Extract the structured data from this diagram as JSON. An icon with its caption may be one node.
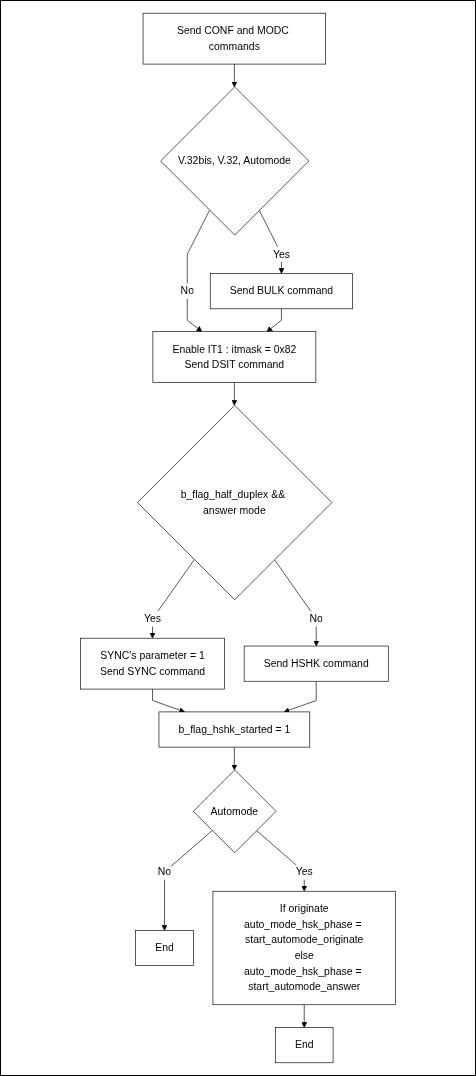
{
  "diagram": {
    "nodes": [
      {
        "text": [
          "Send CONF and MODC commands"
        ]
      },
      {
        "text": [
          "V.32bis, V.32, Automode"
        ]
      },
      {
        "text": [
          "Send BULK command"
        ]
      },
      {
        "text": [
          "Enable IT1 : itmask = 0x82",
          "Send DSIT command"
        ]
      },
      {
        "text": [
          "b_flag_half_duplex && answer mode"
        ]
      },
      {
        "text": [
          "SYNC's parameter = 1",
          "Send SYNC command"
        ]
      },
      {
        "text": [
          "Send HSHK command"
        ]
      },
      {
        "text": [
          "b_flag_hshk_started = 1"
        ]
      },
      {
        "text": [
          "Automode"
        ]
      },
      {
        "text": [
          "End"
        ]
      },
      {
        "text": [
          "If originate",
          "auto_mode_hsk_phase = start_automode_originate",
          "else",
          "auto_mode_hsk_phase = start_automode_answer"
        ]
      },
      {
        "text": [
          "End"
        ]
      }
    ],
    "edges": [
      {
        "from": 0,
        "to": 1,
        "arrow": "to"
      },
      {
        "from": 1,
        "to": 2,
        "arrow": "to",
        "label": "Yes"
      },
      {
        "from": 1,
        "to": 3,
        "arrow": "to",
        "label": "No"
      },
      {
        "from": 2,
        "to": 3,
        "arrow": "to"
      },
      {
        "from": 3,
        "to": 4,
        "arrow": "to"
      },
      {
        "from": 4,
        "to": 5,
        "arrow": "to",
        "label": "Yes"
      },
      {
        "from": 4,
        "to": 6,
        "arrow": "to",
        "label": "No"
      },
      {
        "from": 5,
        "to": 7,
        "arrow": "to"
      },
      {
        "from": 6,
        "to": 7,
        "arrow": "to"
      },
      {
        "from": 7,
        "to": 8,
        "arrow": "to"
      },
      {
        "from": 8,
        "to": 9,
        "arrow": "to",
        "label": "No"
      },
      {
        "from": 8,
        "to": 10,
        "arrow": "to",
        "label": "Yes"
      },
      {
        "from": 10,
        "to": 11,
        "arrow": "to"
      }
    ]
  }
}
